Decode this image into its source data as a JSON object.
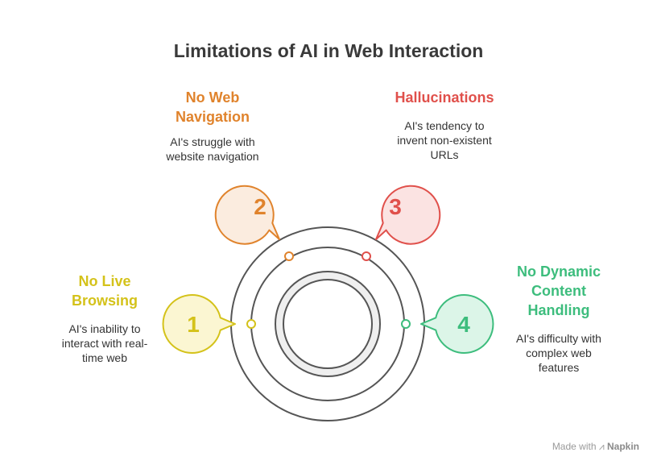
{
  "title": "Limitations of AI in Web Interaction",
  "items": [
    {
      "number": "1",
      "heading": [
        "No Live",
        "Browsing"
      ],
      "description": [
        "AI's inability to",
        "interact with real-",
        "time web"
      ],
      "color": "#d4c21a",
      "fill": "#fbf6d2"
    },
    {
      "number": "2",
      "heading": [
        "No Web",
        "Navigation"
      ],
      "description": [
        "AI's struggle with",
        "website navigation"
      ],
      "color": "#e0832c",
      "fill": "#fbecdf"
    },
    {
      "number": "3",
      "heading": [
        "Hallucinations"
      ],
      "description": [
        "AI's tendency to",
        "invent non-existent",
        "URLs"
      ],
      "color": "#e0504b",
      "fill": "#fbe3e2"
    },
    {
      "number": "4",
      "heading": [
        "No Dynamic",
        "Content",
        "Handling"
      ],
      "description": [
        "AI's difficulty with",
        "complex web",
        "features"
      ],
      "color": "#3dbd7d",
      "fill": "#dcf5e8"
    }
  ],
  "footer": {
    "prefix": "Made with",
    "brand": "Napkin"
  }
}
